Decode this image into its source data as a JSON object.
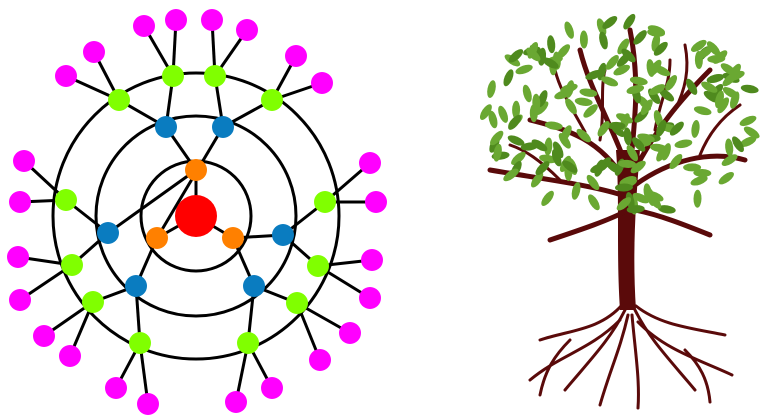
{
  "radial_tree": {
    "levels": [
      {
        "level": 0,
        "role": "root",
        "color": "#ff0000",
        "count": 1
      },
      {
        "level": 1,
        "role": "children",
        "color": "#ff8000",
        "count": 3
      },
      {
        "level": 2,
        "role": "grandchildren",
        "color": "#0a7cc0",
        "count": 6
      },
      {
        "level": 3,
        "role": "great-grandchildren",
        "color": "#80ff00",
        "count": 12
      },
      {
        "level": 4,
        "role": "leaves",
        "color": "#ff00ff",
        "count": 24
      }
    ],
    "ring_color": "#000000",
    "edge_color": "#000000"
  },
  "tree_illustration": {
    "trunk_color": "#5a0a0a",
    "leaf_color": "#6aa832",
    "leaf_dark_color": "#4f8a1e"
  }
}
